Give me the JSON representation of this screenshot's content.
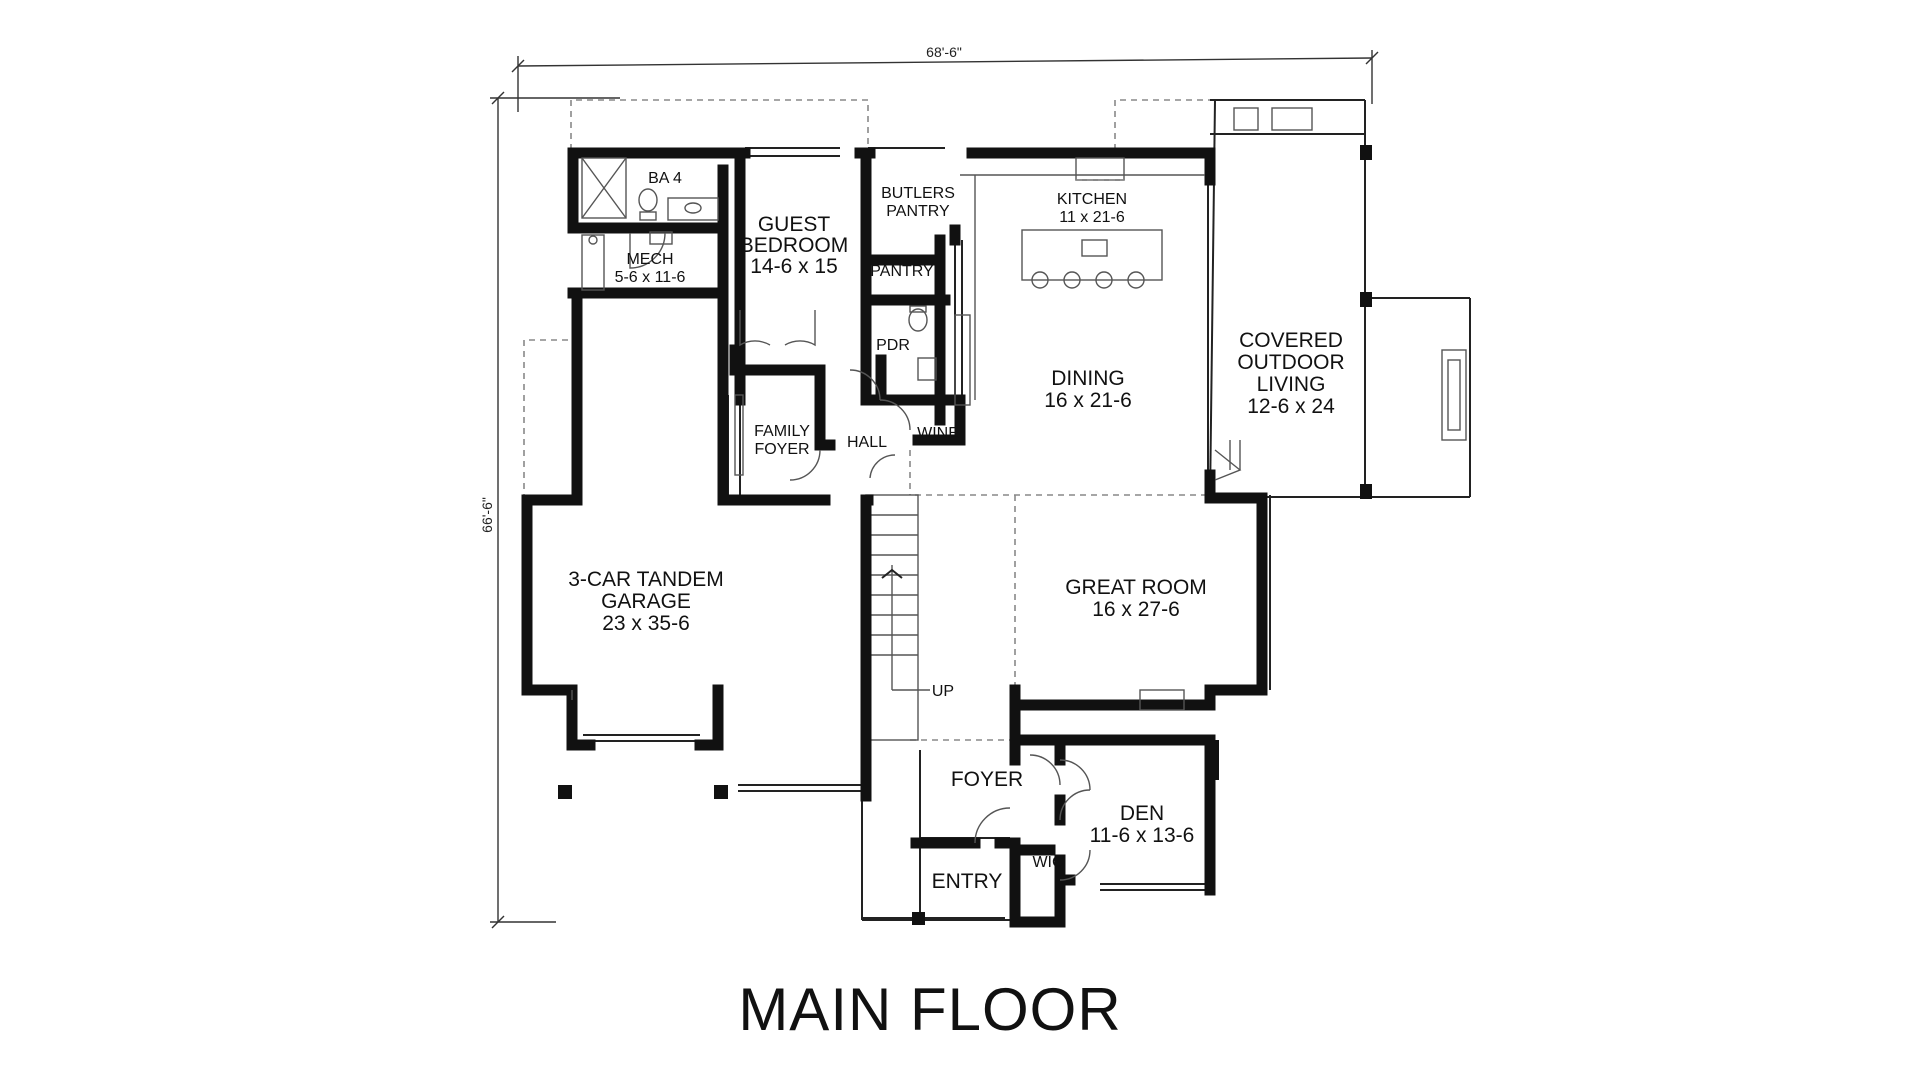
{
  "title": "MAIN FLOOR",
  "dimensions": {
    "width": "68'-6\"",
    "depth": "66'-6\""
  },
  "rooms": {
    "ba4": {
      "name": "BA 4"
    },
    "mech": {
      "name": "MECH",
      "size": "5-6 x 11-6"
    },
    "guest_bedroom": {
      "name_line1": "GUEST",
      "name_line2": "BEDROOM",
      "size": "14-6 x 15"
    },
    "butlers_pantry": {
      "name_line1": "BUTLERS",
      "name_line2": "PANTRY"
    },
    "pantry": {
      "name": "PANTRY"
    },
    "kitchen": {
      "name": "KITCHEN",
      "size": "11 x 21-6"
    },
    "pdr": {
      "name": "PDR"
    },
    "wine": {
      "name": "WINE"
    },
    "hall": {
      "name": "HALL"
    },
    "family_foyer": {
      "name_line1": "FAMILY",
      "name_line2": "FOYER"
    },
    "dining": {
      "name": "DINING",
      "size": "16 x 21-6"
    },
    "covered_outdoor_living": {
      "name_line1": "COVERED",
      "name_line2": "OUTDOOR",
      "name_line3": "LIVING",
      "size": "12-6 x 24"
    },
    "garage": {
      "name_line1": "3-CAR TANDEM",
      "name_line2": "GARAGE",
      "size": "23 x 35-6"
    },
    "great_room": {
      "name": "GREAT ROOM",
      "size": "16 x 27-6"
    },
    "stair": {
      "label": "UP"
    },
    "foyer": {
      "name": "FOYER"
    },
    "den": {
      "name": "DEN",
      "size": "11-6 x 13-6"
    },
    "wic": {
      "name": "WIC"
    },
    "entry": {
      "name": "ENTRY"
    }
  }
}
